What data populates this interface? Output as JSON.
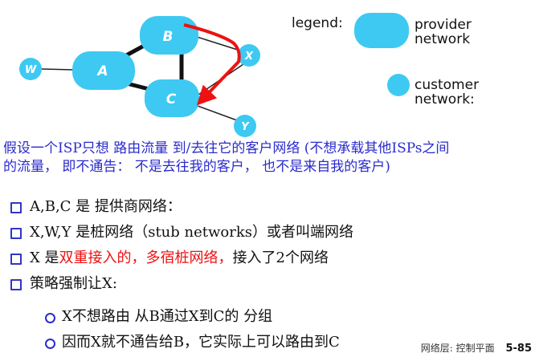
{
  "colors": {
    "network_fill": "#3ec9f2",
    "red_path": "#ee1111",
    "blue_text": "#2b2bce",
    "bullet_outline": "#3434c8"
  },
  "diagram": {
    "nodes": [
      {
        "id": "W",
        "label": "W",
        "type": "customer"
      },
      {
        "id": "A",
        "label": "A",
        "type": "provider"
      },
      {
        "id": "B",
        "label": "B",
        "type": "provider"
      },
      {
        "id": "C",
        "label": "C",
        "type": "provider"
      },
      {
        "id": "X",
        "label": "X",
        "type": "customer"
      },
      {
        "id": "Y",
        "label": "Y",
        "type": "customer"
      }
    ],
    "links": [
      "W-A",
      "A-B",
      "A-C",
      "B-C",
      "B-X",
      "X-C",
      "C-Y"
    ],
    "red_path": "B to X to C (forbidden transit route)"
  },
  "legend": {
    "title": "legend:",
    "provider": {
      "line1": "provider",
      "line2": "network"
    },
    "customer": {
      "line1": "customer",
      "line2": "network:"
    }
  },
  "intro": {
    "line1": "假设一个ISP只想 路由流量 到/去往它的客户网络 (不想承载其他ISPs之间",
    "line2": "的流量， 即不通告： 不是去往我的客户， 也不是来自我的客户)"
  },
  "bullets": [
    {
      "text": "A,B,C 是 提供商网络："
    },
    {
      "text": "X,W,Y 是桩网络（stub networks）或者叫端网络"
    },
    {
      "seg_black1": "X 是",
      "seg_red": "双重接入的，多宿桩网络，",
      "seg_black2": "接入了2个网络"
    },
    {
      "text": "策略强制让X:"
    }
  ],
  "sub_bullets": [
    {
      "text": "X不想路由 从B通过X到C的 分组"
    },
    {
      "text": "因而X就不通告给B，它实际上可以路由到C"
    }
  ],
  "footer": {
    "section": "网络层: 控制平面",
    "page": "5-85"
  }
}
